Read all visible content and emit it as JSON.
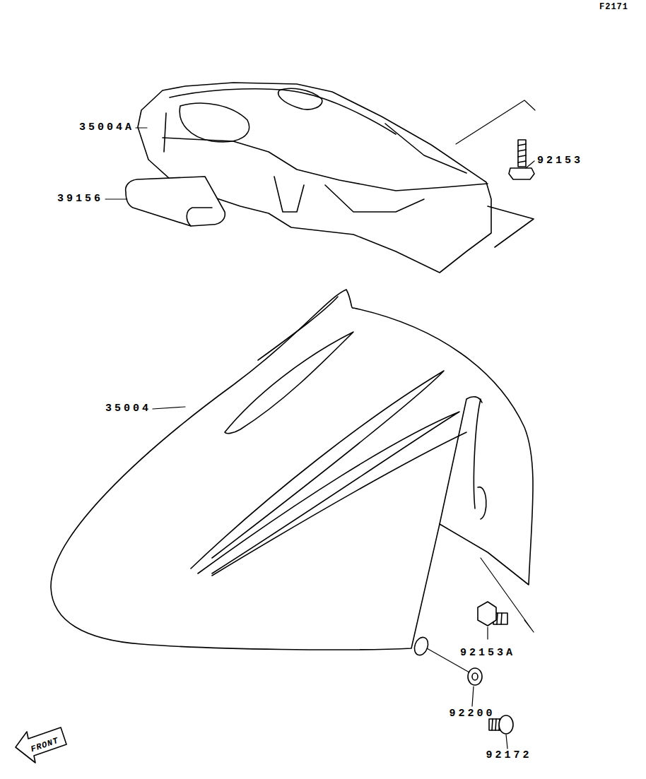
{
  "diagram": {
    "labels": [
      "F2171",
      "35004A",
      "39156",
      "92153",
      "35004",
      "92153A",
      "92200",
      "92172",
      "FRONT"
    ]
  }
}
